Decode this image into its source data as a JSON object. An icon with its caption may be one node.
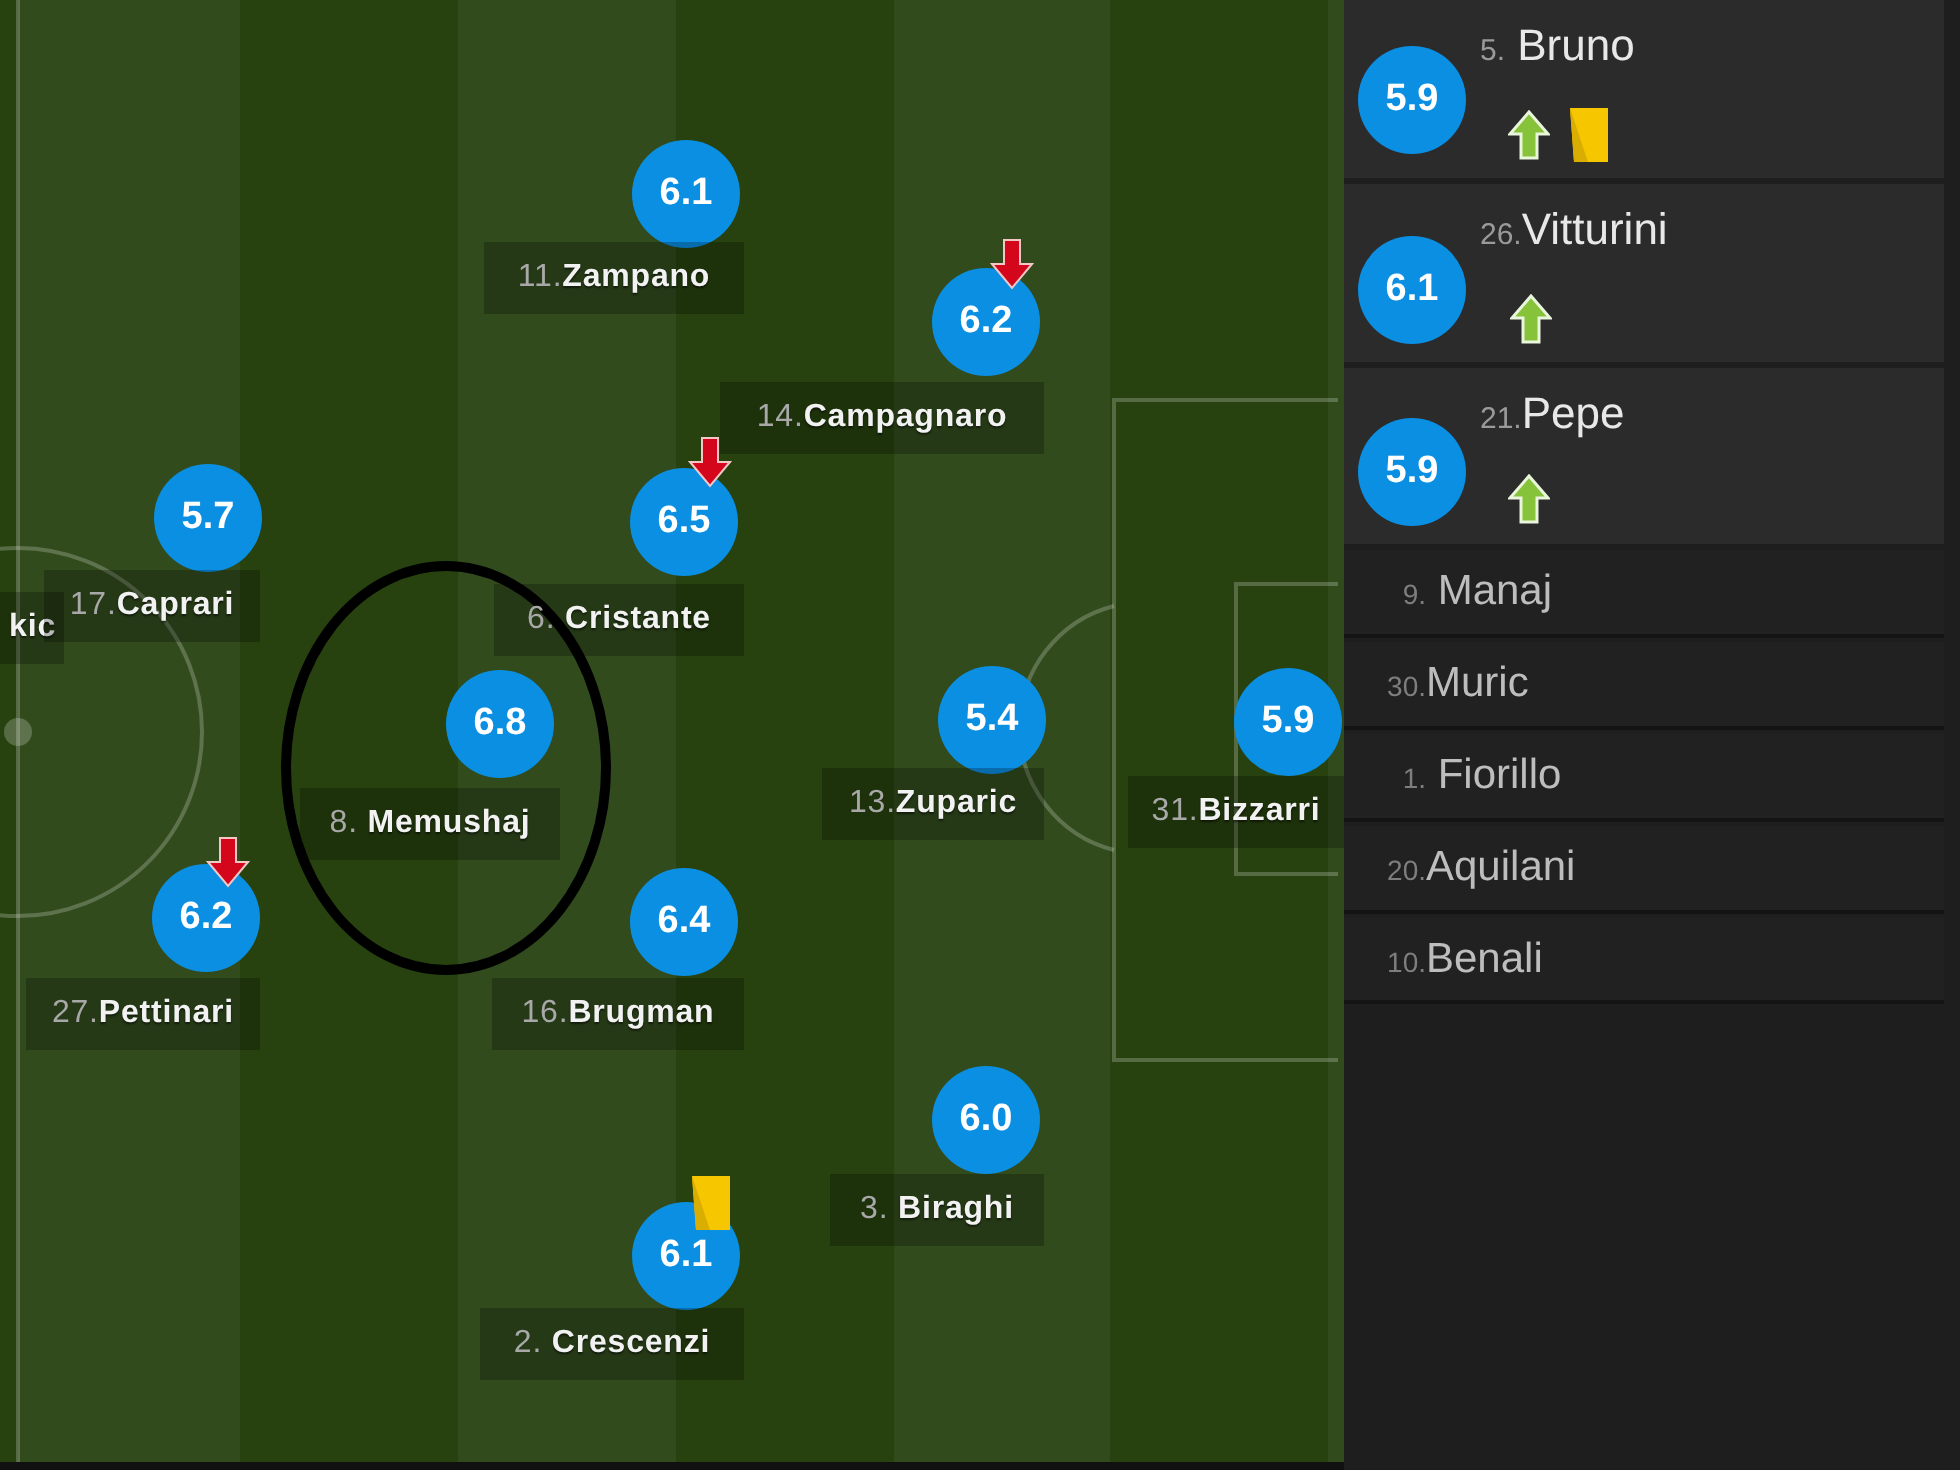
{
  "diagram": {
    "nodes": [
      {
        "text": [
          "6.1"
        ]
      },
      {
        "text": [
          "11.Zampano"
        ]
      },
      {
        "text": [
          "6.2"
        ]
      },
      {
        "text": [
          "14.Campagnaro"
        ]
      },
      {
        "text": [
          "kic"
        ]
      },
      {
        "text": [
          "5.7"
        ]
      },
      {
        "text": [
          "17.Caprari"
        ]
      },
      {
        "text": [
          "6.5"
        ]
      },
      {
        "text": [
          "6. Cristante"
        ]
      },
      {
        "text": [],
        "shape": "ellipse"
      },
      {
        "text": [
          "6.8"
        ],
        "in": 9
      },
      {
        "text": [
          "8. Memushaj"
        ],
        "in": 9
      },
      {
        "text": [
          "5.4"
        ]
      },
      {
        "text": [
          "13.Zuparic"
        ]
      },
      {
        "text": [
          "5.9"
        ]
      },
      {
        "text": [
          "31.Bizzarri"
        ]
      },
      {
        "text": [
          "6.2"
        ]
      },
      {
        "text": [
          "27.Pettinari"
        ]
      },
      {
        "text": [
          "6.4"
        ]
      },
      {
        "text": [
          "16.Brugman"
        ]
      },
      {
        "text": [
          "6.0"
        ]
      },
      {
        "text": [
          "3. Biraghi"
        ]
      },
      {
        "text": [
          "6.1"
        ]
      },
      {
        "text": [
          "2. Crescenzi"
        ]
      },
      {
        "text": [
          "5. Bruno"
        ]
      },
      {
        "text": [
          "5.9"
        ],
        "in": 24
      },
      {
        "text": [
          "26.Vitturini"
        ]
      },
      {
        "text": [
          "6.1"
        ],
        "in": 26
      },
      {
        "text": [
          "21.Pepe"
        ]
      },
      {
        "text": [
          "5.9"
        ],
        "in": 28
      },
      {
        "text": [
          "9. Manaj"
        ]
      },
      {
        "text": [
          "30.Muric"
        ]
      },
      {
        "text": [
          "1. Fiorillo"
        ]
      },
      {
        "text": [
          "20.Aquilani"
        ]
      },
      {
        "text": [
          "10.Benali"
        ]
      }
    ]
  }
}
